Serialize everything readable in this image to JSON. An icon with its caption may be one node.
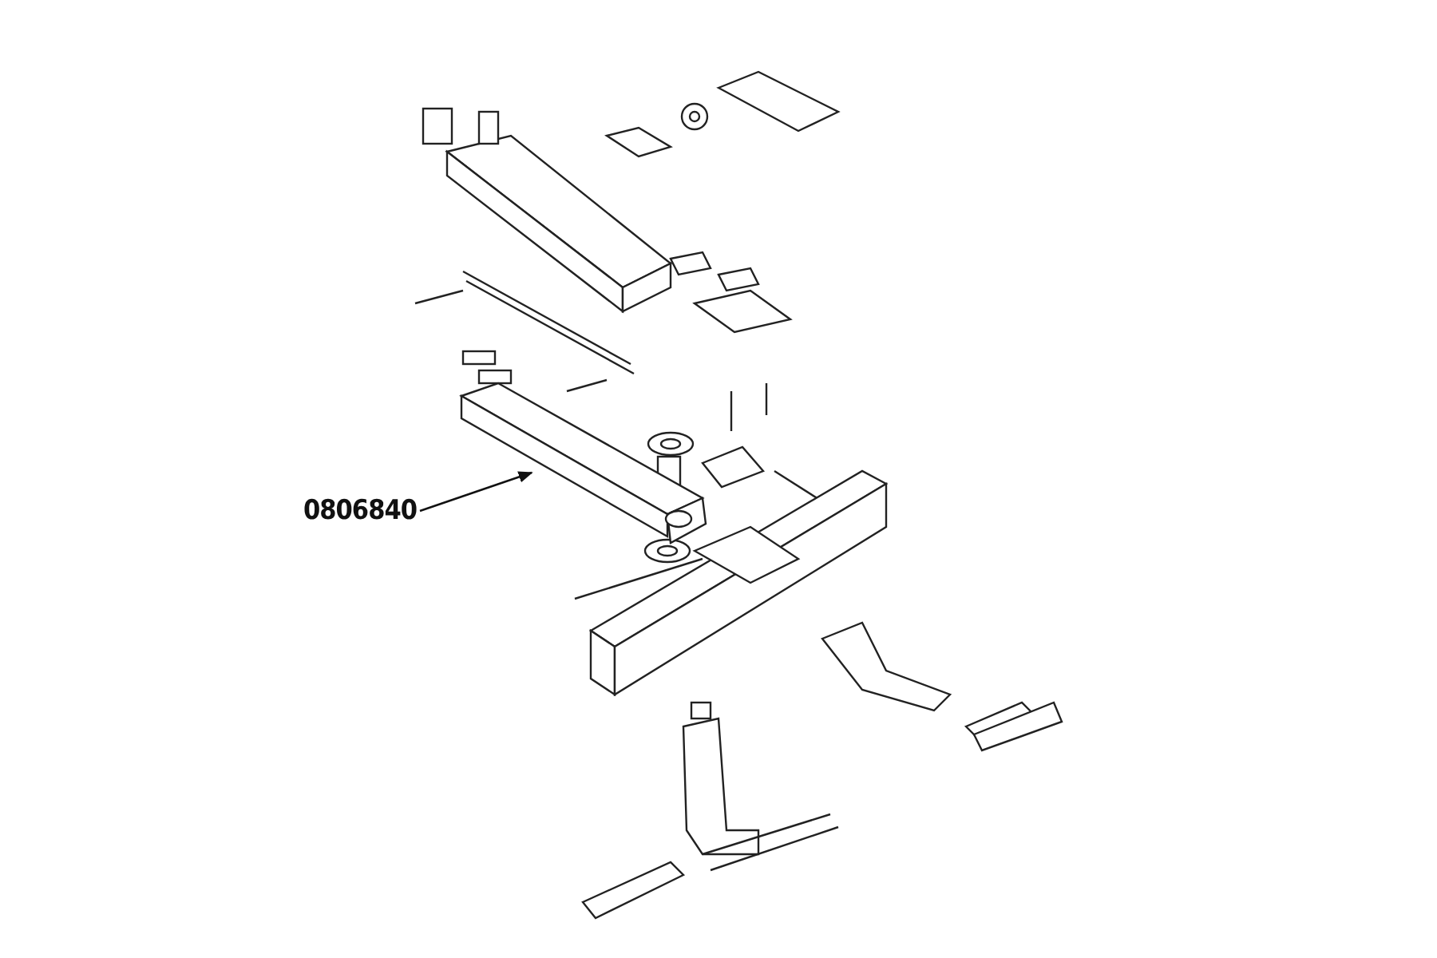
{
  "diagram": {
    "nodes": [
      {
        "text": [
          "0806840"
        ]
      },
      {
        "text": [],
        "shape": "picture"
      }
    ],
    "edges": [
      {
        "from": 0,
        "to": 1,
        "arrow": "to"
      }
    ]
  }
}
